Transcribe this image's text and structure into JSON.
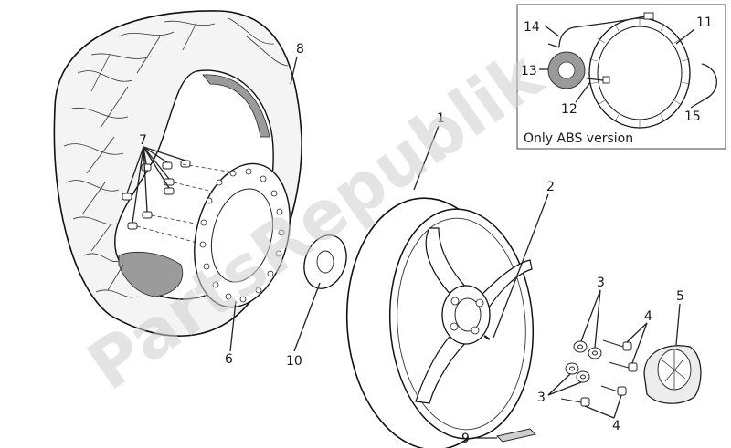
{
  "watermark": "PartsRepublik",
  "inset": {
    "caption": "Only ABS version"
  },
  "callouts": [
    {
      "id": "1",
      "text": "1"
    },
    {
      "id": "2",
      "text": "2"
    },
    {
      "id": "3a",
      "text": "3"
    },
    {
      "id": "3b",
      "text": "3"
    },
    {
      "id": "4a",
      "text": "4"
    },
    {
      "id": "4b",
      "text": "4"
    },
    {
      "id": "5",
      "text": "5"
    },
    {
      "id": "6",
      "text": "6"
    },
    {
      "id": "7",
      "text": "7"
    },
    {
      "id": "8",
      "text": "8"
    },
    {
      "id": "9",
      "text": "9"
    },
    {
      "id": "10",
      "text": "10"
    },
    {
      "id": "11",
      "text": "11"
    },
    {
      "id": "12",
      "text": "12"
    },
    {
      "id": "13",
      "text": "13"
    },
    {
      "id": "14",
      "text": "14"
    },
    {
      "id": "15",
      "text": "15"
    }
  ]
}
